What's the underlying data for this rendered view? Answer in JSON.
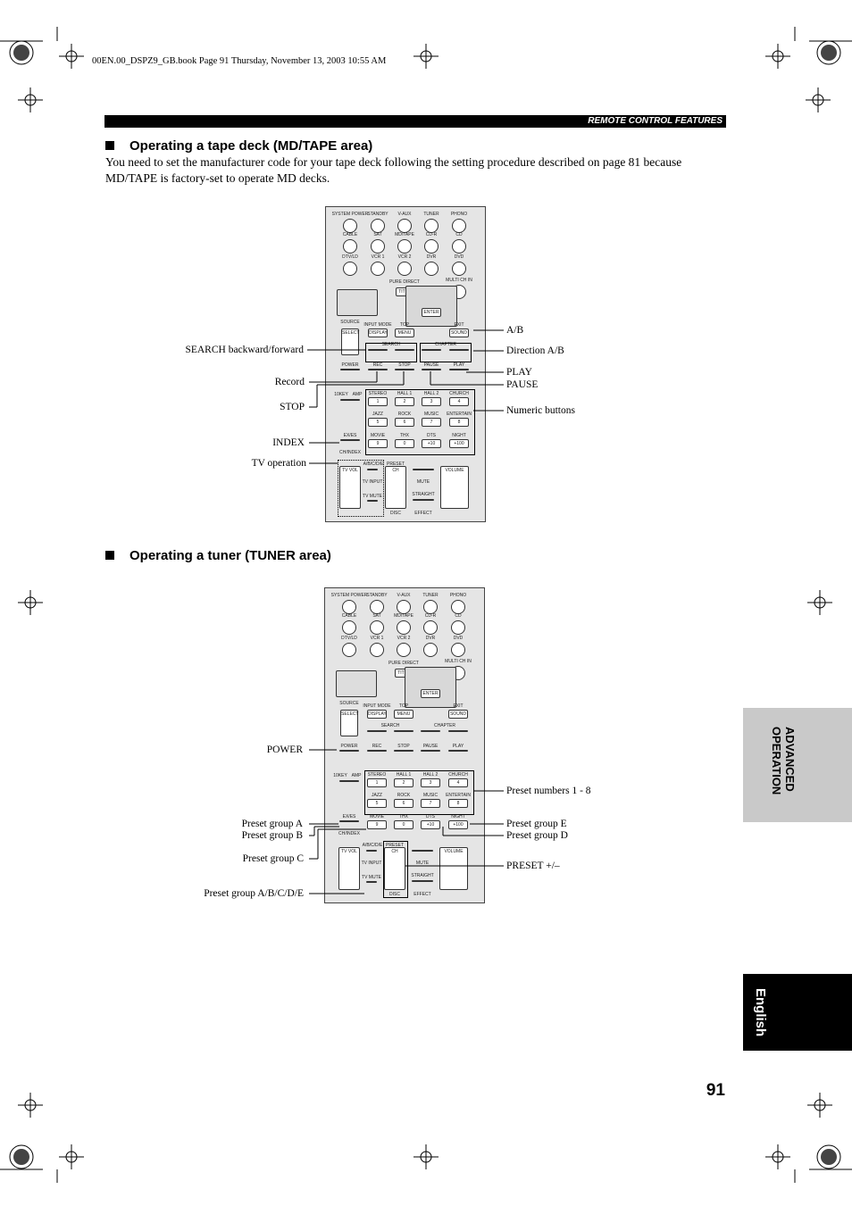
{
  "file_header": "00EN.00_DSPZ9_GB.book  Page 91  Thursday, November 13, 2003  10:55 AM",
  "section_bar": "REMOTE CONTROL FEATURES",
  "tape_section": {
    "title": "Operating a tape deck (MD/TAPE area)",
    "body": "You need to set the manufacturer code for your tape deck following the setting procedure described on page 81 because MD/TAPE is factory-set to operate MD decks.",
    "callouts_left": [
      "SEARCH backward/forward",
      "Record",
      "STOP",
      "INDEX",
      "TV operation"
    ],
    "callouts_right": [
      "A/B",
      "Direction A/B",
      "PLAY",
      "PAUSE",
      "Numeric buttons"
    ]
  },
  "tuner_section": {
    "title": "Operating a tuner (TUNER area)",
    "callouts_left": [
      "POWER",
      "Preset group A",
      "Preset group B",
      "Preset group C",
      "Preset group A/B/C/D/E"
    ],
    "callouts_right": [
      "Preset numbers 1 - 8",
      "Preset group E",
      "Preset group D",
      "PRESET +/–"
    ]
  },
  "remote": {
    "row1": [
      "SYSTEM POWER",
      "STANDBY",
      "V-AUX",
      "TUNER",
      "PHONO"
    ],
    "row2": [
      "CABLE",
      "SAT",
      "MD/TAPE",
      "CD-R",
      "CD"
    ],
    "row3": [
      "DTV/LD",
      "VCR 1",
      "VCR 2",
      "DVR",
      "DVD"
    ],
    "pure_direct": "PURE DIRECT",
    "multi_ch": "MULTI CH IN",
    "title_btn": "TITLE",
    "enter_btn": "ENTER",
    "source": "SOURCE",
    "input_mode": "INPUT MODE",
    "display": "DISPLAY",
    "top": "TOP",
    "menu": "MENU",
    "exit": "EXIT",
    "sound": "SOUND",
    "select": "SELECT",
    "search": "SEARCH",
    "chapter": "CHAPTER",
    "power_row": [
      "POWER",
      "REC",
      "STOP",
      "PAUSE",
      "PLAY"
    ],
    "tenkey": "10KEY",
    "amp": "AMP",
    "num_labels_1": [
      "STEREO",
      "HALL 1",
      "HALL 2",
      "CHURCH"
    ],
    "num_values_1": [
      "1",
      "2",
      "3",
      "4"
    ],
    "num_labels_2": [
      "JAZZ",
      "ROCK",
      "MUSIC",
      "ENTERTAIN"
    ],
    "num_values_2": [
      "5",
      "6",
      "7",
      "8"
    ],
    "num_labels_3": [
      "EX/ES",
      "MOVIE",
      "THX",
      "DTS",
      "NIGHT"
    ],
    "num_values_3": [
      "9",
      "0",
      "+10",
      "+100"
    ],
    "cdp_index": "CH/INDEX",
    "abcde": "A/B/C/D/E",
    "preset": "PRESET",
    "tv_input": "TV INPUT",
    "tv_vol": "TV VOL",
    "tv_mute": "TV MUTE",
    "ch": "CH",
    "mute": "MUTE",
    "straight": "STRAIGHT",
    "volume": "VOLUME",
    "disc": "DISC",
    "effect": "EFFECT"
  },
  "side_tab_advanced": "ADVANCED OPERATION",
  "side_tab_language": "English",
  "page_number": "91"
}
